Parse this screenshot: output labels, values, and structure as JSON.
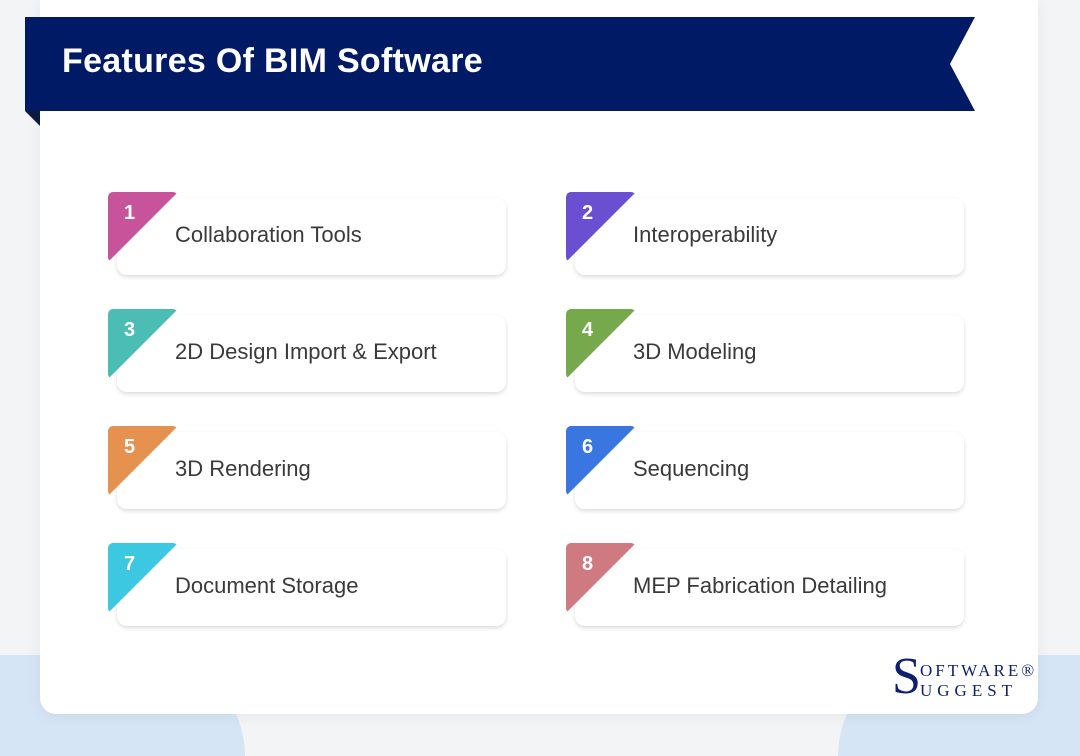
{
  "header": {
    "title": "Features Of BIM Software"
  },
  "features": [
    {
      "number": "1",
      "label": "Collaboration Tools",
      "color": "#c7549b"
    },
    {
      "number": "2",
      "label": "Interoperability",
      "color": "#6a4fd0"
    },
    {
      "number": "3",
      "label": "2D Design Import & Export",
      "color": "#4cbdb5"
    },
    {
      "number": "4",
      "label": "3D Modeling",
      "color": "#76a94c"
    },
    {
      "number": "5",
      "label": "3D Rendering",
      "color": "#e5914f"
    },
    {
      "number": "6",
      "label": "Sequencing",
      "color": "#3a76e0"
    },
    {
      "number": "7",
      "label": "Document Storage",
      "color": "#3cc8e0"
    },
    {
      "number": "8",
      "label": "MEP Fabrication Detailing",
      "color": "#cf7a80"
    }
  ],
  "logo": {
    "line1": "OFTWARE®",
    "line2": "UGGEST",
    "initial": "S"
  }
}
